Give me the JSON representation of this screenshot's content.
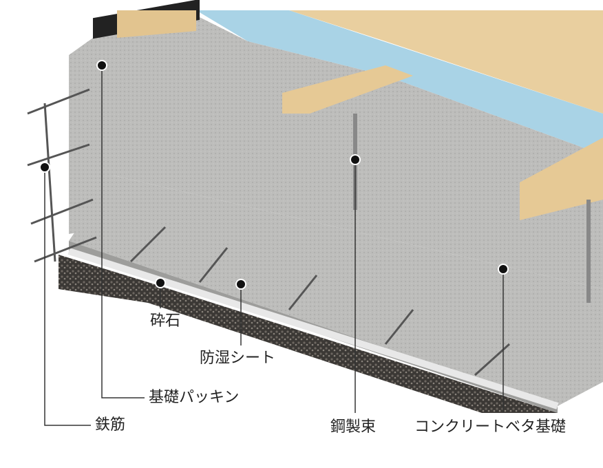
{
  "title": "ベタ基礎 構造図",
  "labels": {
    "gravel": "砕石",
    "moisture_sheet": "防湿シート",
    "foundation_packing": "基礎パッキン",
    "rebar": "鉄筋",
    "steel_post": "鋼製束",
    "concrete_mat_foundation": "コンクリートベタ基礎"
  },
  "colors": {
    "concrete": "#b9b9b7",
    "insulation": "#a9d3e6",
    "wood": "#e9cf9f",
    "gravel": "#3b3835",
    "leader": "#333333"
  }
}
